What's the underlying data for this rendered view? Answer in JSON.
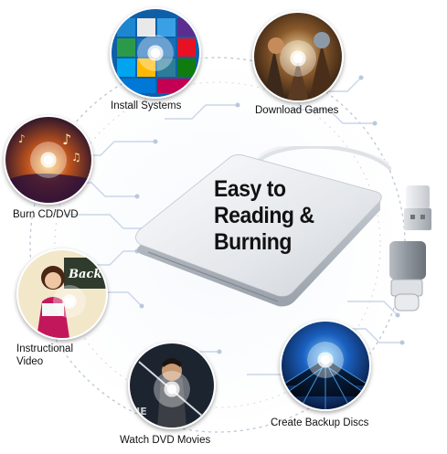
{
  "headline": {
    "line1": "Easy to",
    "line2": "Reading &",
    "line3": "Burning"
  },
  "features": [
    {
      "label": "Install Systems",
      "icon": "windows-os-icon"
    },
    {
      "label": "Download Games",
      "icon": "game-characters-icon"
    },
    {
      "label": "Burn CD/DVD",
      "icon": "music-disc-icon"
    },
    {
      "label": "Instructional Video",
      "icon": "teacher-icon"
    },
    {
      "label": "Watch DVD Movies",
      "icon": "movie-hero-icon"
    },
    {
      "label": "Create Backup Discs",
      "icon": "data-server-icon"
    }
  ],
  "bubble_text": {
    "teacher_board": "Back"
  },
  "colors": {
    "circuit": "#c9d6e8",
    "drive_body": "#e6e9ee",
    "drive_edge": "#b8bec8",
    "usb_metal": "#cfd3d8",
    "adapter": "#9aa0a8"
  }
}
